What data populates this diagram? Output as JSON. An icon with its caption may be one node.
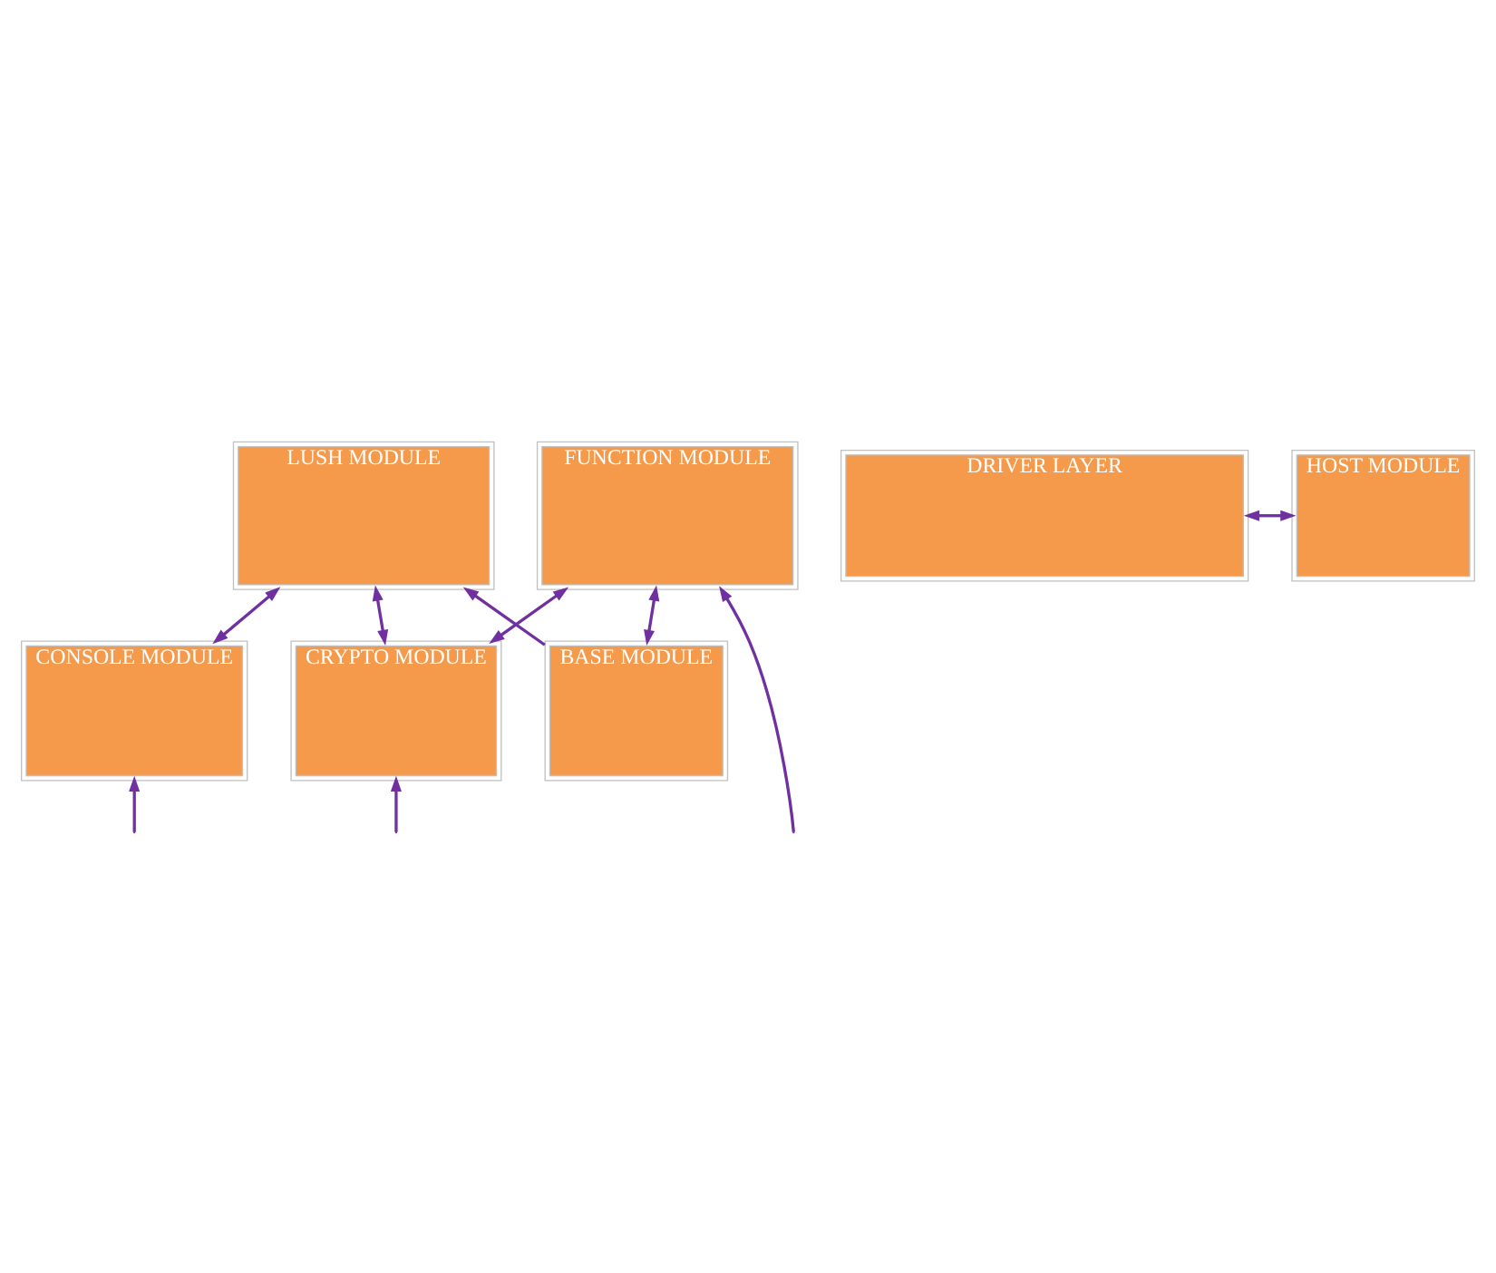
{
  "diagram": {
    "nodes": [
      {
        "text": [
          "LUSH MODULE"
        ]
      },
      {
        "text": [
          "FUNCTION MODULE"
        ]
      },
      {
        "text": [
          "CONSOLE MODULE"
        ]
      },
      {
        "text": [
          "CRYPTO MODULE"
        ]
      },
      {
        "text": [
          "BASE MODULE"
        ]
      },
      {
        "text": [
          "DRIVER LAYER"
        ]
      },
      {
        "text": [
          "HOST MODULE"
        ]
      }
    ],
    "edges": [
      {
        "from": 0,
        "to": 2,
        "arrow": "both"
      },
      {
        "from": 0,
        "to": 3,
        "arrow": "both"
      },
      {
        "from": 4,
        "to": 0,
        "arrow": "to"
      },
      {
        "from": 1,
        "to": 3,
        "arrow": "both"
      },
      {
        "from": 1,
        "to": 4,
        "arrow": "both"
      },
      {
        "from": null,
        "to": 2,
        "arrow": "to"
      },
      {
        "from": null,
        "to": 3,
        "arrow": "to"
      },
      {
        "from": null,
        "to": 1,
        "arrow": "to"
      },
      {
        "from": 5,
        "to": 6,
        "arrow": "both"
      }
    ]
  }
}
